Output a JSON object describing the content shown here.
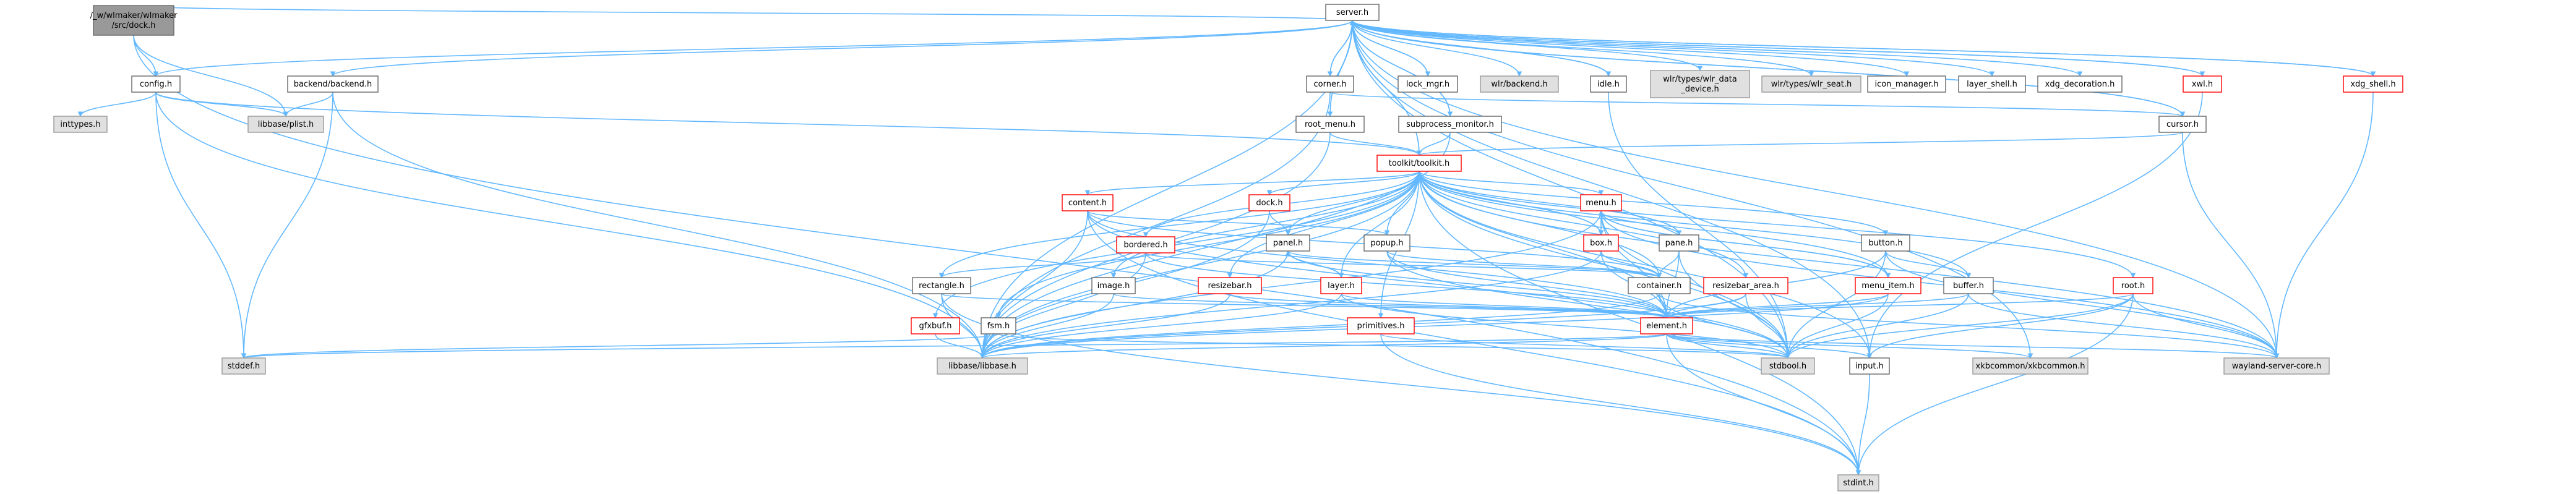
{
  "diagram": {
    "type": "include-dependency-graph",
    "colors": {
      "edge": "#63b8ff",
      "focus_fill": "#999999",
      "focus_border": "#666666",
      "node_fill": "#ffffff",
      "node_border": "#666666",
      "external_fill": "#e0e0e0",
      "external_border": "#999999",
      "truncated_border": "#ff0000"
    },
    "nodes": [
      {
        "id": "dock_c",
        "lines": [
          "/_w/wlmaker/wlmaker",
          "/src/dock.h"
        ],
        "style": "focus"
      },
      {
        "id": "server_h",
        "lines": [
          "server.h"
        ],
        "style": "normal"
      },
      {
        "id": "config_h",
        "lines": [
          "config.h"
        ],
        "style": "normal"
      },
      {
        "id": "backend_h",
        "lines": [
          "backend/backend.h"
        ],
        "style": "normal"
      },
      {
        "id": "corner_h",
        "lines": [
          "corner.h"
        ],
        "style": "normal"
      },
      {
        "id": "lock_mgr_h",
        "lines": [
          "lock_mgr.h"
        ],
        "style": "normal"
      },
      {
        "id": "wlr_backend_h",
        "lines": [
          "wlr/backend.h"
        ],
        "style": "external"
      },
      {
        "id": "idle_h",
        "lines": [
          "idle.h"
        ],
        "style": "normal"
      },
      {
        "id": "wlr_data_device_h",
        "lines": [
          "wlr/types/wlr_data",
          "_device.h"
        ],
        "style": "external"
      },
      {
        "id": "wlr_seat_h",
        "lines": [
          "wlr/types/wlr_seat.h"
        ],
        "style": "external"
      },
      {
        "id": "icon_manager_h",
        "lines": [
          "icon_manager.h"
        ],
        "style": "normal"
      },
      {
        "id": "layer_shell_h",
        "lines": [
          "layer_shell.h"
        ],
        "style": "normal"
      },
      {
        "id": "xdg_decoration_h",
        "lines": [
          "xdg_decoration.h"
        ],
        "style": "normal"
      },
      {
        "id": "cursor_h",
        "lines": [
          "cursor.h"
        ],
        "style": "normal"
      },
      {
        "id": "xwl_h",
        "lines": [
          "xwl.h"
        ],
        "style": "truncated"
      },
      {
        "id": "xdg_shell_h",
        "lines": [
          "xdg_shell.h"
        ],
        "style": "truncated"
      },
      {
        "id": "inttypes_h",
        "lines": [
          "inttypes.h"
        ],
        "style": "external"
      },
      {
        "id": "plist_h",
        "lines": [
          "libbase/plist.h"
        ],
        "style": "external"
      },
      {
        "id": "root_menu_h",
        "lines": [
          "root_menu.h"
        ],
        "style": "normal"
      },
      {
        "id": "subprocess_monitor_h",
        "lines": [
          "subprocess_monitor.h"
        ],
        "style": "normal"
      },
      {
        "id": "toolkit_h",
        "lines": [
          "toolkit/toolkit.h"
        ],
        "style": "truncated"
      },
      {
        "id": "content_h",
        "lines": [
          "content.h"
        ],
        "style": "truncated"
      },
      {
        "id": "dock_h",
        "lines": [
          "dock.h"
        ],
        "style": "truncated"
      },
      {
        "id": "menu_h",
        "lines": [
          "menu.h"
        ],
        "style": "truncated"
      },
      {
        "id": "bordered_h",
        "lines": [
          "bordered.h"
        ],
        "style": "truncated"
      },
      {
        "id": "panel_h",
        "lines": [
          "panel.h"
        ],
        "style": "normal"
      },
      {
        "id": "popup_h",
        "lines": [
          "popup.h"
        ],
        "style": "normal"
      },
      {
        "id": "box_h",
        "lines": [
          "box.h"
        ],
        "style": "truncated"
      },
      {
        "id": "pane_h",
        "lines": [
          "pane.h"
        ],
        "style": "normal"
      },
      {
        "id": "button_h",
        "lines": [
          "button.h"
        ],
        "style": "normal"
      },
      {
        "id": "rectangle_h",
        "lines": [
          "rectangle.h"
        ],
        "style": "normal"
      },
      {
        "id": "image_h",
        "lines": [
          "image.h"
        ],
        "style": "normal"
      },
      {
        "id": "resizebar_h",
        "lines": [
          "resizebar.h"
        ],
        "style": "truncated"
      },
      {
        "id": "layer_h",
        "lines": [
          "layer.h"
        ],
        "style": "truncated"
      },
      {
        "id": "container_h",
        "lines": [
          "container.h"
        ],
        "style": "normal"
      },
      {
        "id": "resizebar_area_h",
        "lines": [
          "resizebar_area.h"
        ],
        "style": "truncated"
      },
      {
        "id": "menu_item_h",
        "lines": [
          "menu_item.h"
        ],
        "style": "truncated"
      },
      {
        "id": "buffer_h",
        "lines": [
          "buffer.h"
        ],
        "style": "normal"
      },
      {
        "id": "root_h",
        "lines": [
          "root.h"
        ],
        "style": "truncated"
      },
      {
        "id": "gfxbuf_h",
        "lines": [
          "gfxbuf.h"
        ],
        "style": "truncated"
      },
      {
        "id": "fsm_h",
        "lines": [
          "fsm.h"
        ],
        "style": "normal"
      },
      {
        "id": "primitives_h",
        "lines": [
          "primitives.h"
        ],
        "style": "truncated"
      },
      {
        "id": "element_h",
        "lines": [
          "element.h"
        ],
        "style": "truncated"
      },
      {
        "id": "stddef_h",
        "lines": [
          "stddef.h"
        ],
        "style": "external"
      },
      {
        "id": "libbase_h",
        "lines": [
          "libbase/libbase.h"
        ],
        "style": "external"
      },
      {
        "id": "stdbool_h",
        "lines": [
          "stdbool.h"
        ],
        "style": "external"
      },
      {
        "id": "input_h",
        "lines": [
          "input.h"
        ],
        "style": "normal"
      },
      {
        "id": "xkbcommon_h",
        "lines": [
          "xkbcommon/xkbcommon.h"
        ],
        "style": "external"
      },
      {
        "id": "wayland_h",
        "lines": [
          "wayland-server-core.h"
        ],
        "style": "external"
      },
      {
        "id": "stdint_h",
        "lines": [
          "stdint.h"
        ],
        "style": "external"
      }
    ],
    "edges": [
      [
        "dock_c",
        "server_h"
      ],
      [
        "dock_c",
        "config_h"
      ],
      [
        "dock_c",
        "plist_h"
      ],
      [
        "dock_c",
        "stdint_h"
      ],
      [
        "server_h",
        "config_h"
      ],
      [
        "server_h",
        "backend_h"
      ],
      [
        "server_h",
        "corner_h"
      ],
      [
        "server_h",
        "lock_mgr_h"
      ],
      [
        "server_h",
        "wlr_backend_h"
      ],
      [
        "server_h",
        "idle_h"
      ],
      [
        "server_h",
        "wlr_data_device_h"
      ],
      [
        "server_h",
        "wlr_seat_h"
      ],
      [
        "server_h",
        "icon_manager_h"
      ],
      [
        "server_h",
        "layer_shell_h"
      ],
      [
        "server_h",
        "xdg_decoration_h"
      ],
      [
        "server_h",
        "cursor_h"
      ],
      [
        "server_h",
        "xwl_h"
      ],
      [
        "server_h",
        "xdg_shell_h"
      ],
      [
        "server_h",
        "root_menu_h"
      ],
      [
        "server_h",
        "subprocess_monitor_h"
      ],
      [
        "server_h",
        "toolkit_h"
      ],
      [
        "server_h",
        "libbase_h"
      ],
      [
        "server_h",
        "wayland_h"
      ],
      [
        "server_h",
        "input_h"
      ],
      [
        "server_h",
        "xkbcommon_h"
      ],
      [
        "server_h",
        "stdbool_h"
      ],
      [
        "config_h",
        "inttypes_h"
      ],
      [
        "config_h",
        "plist_h"
      ],
      [
        "config_h",
        "toolkit_h"
      ],
      [
        "config_h",
        "libbase_h"
      ],
      [
        "config_h",
        "stddef_h"
      ],
      [
        "backend_h",
        "plist_h"
      ],
      [
        "backend_h",
        "libbase_h"
      ],
      [
        "backend_h",
        "stddef_h"
      ],
      [
        "corner_h",
        "cursor_h"
      ],
      [
        "corner_h",
        "libbase_h"
      ],
      [
        "corner_h",
        "server_h"
      ],
      [
        "lock_mgr_h",
        "server_h"
      ],
      [
        "idle_h",
        "server_h"
      ],
      [
        "idle_h",
        "stdbool_h"
      ],
      [
        "cursor_h",
        "toolkit_h"
      ],
      [
        "cursor_h",
        "wayland_h"
      ],
      [
        "cursor_h",
        "server_h"
      ],
      [
        "xwl_h",
        "server_h"
      ],
      [
        "xwl_h",
        "input_h"
      ],
      [
        "xdg_shell_h",
        "server_h"
      ],
      [
        "xdg_shell_h",
        "wayland_h"
      ],
      [
        "root_menu_h",
        "toolkit_h"
      ],
      [
        "root_menu_h",
        "libbase_h"
      ],
      [
        "root_menu_h",
        "server_h"
      ],
      [
        "subprocess_monitor_h",
        "toolkit_h"
      ],
      [
        "subprocess_monitor_h",
        "server_h"
      ],
      [
        "subprocess_monitor_h",
        "libbase_h"
      ],
      [
        "toolkit_h",
        "content_h"
      ],
      [
        "toolkit_h",
        "dock_h"
      ],
      [
        "toolkit_h",
        "menu_h"
      ],
      [
        "toolkit_h",
        "bordered_h"
      ],
      [
        "toolkit_h",
        "panel_h"
      ],
      [
        "toolkit_h",
        "popup_h"
      ],
      [
        "toolkit_h",
        "box_h"
      ],
      [
        "toolkit_h",
        "pane_h"
      ],
      [
        "toolkit_h",
        "button_h"
      ],
      [
        "toolkit_h",
        "rectangle_h"
      ],
      [
        "toolkit_h",
        "image_h"
      ],
      [
        "toolkit_h",
        "resizebar_h"
      ],
      [
        "toolkit_h",
        "layer_h"
      ],
      [
        "toolkit_h",
        "container_h"
      ],
      [
        "toolkit_h",
        "resizebar_area_h"
      ],
      [
        "toolkit_h",
        "menu_item_h"
      ],
      [
        "toolkit_h",
        "buffer_h"
      ],
      [
        "toolkit_h",
        "root_h"
      ],
      [
        "toolkit_h",
        "gfxbuf_h"
      ],
      [
        "toolkit_h",
        "fsm_h"
      ],
      [
        "toolkit_h",
        "primitives_h"
      ],
      [
        "toolkit_h",
        "element_h"
      ],
      [
        "toolkit_h",
        "input_h"
      ],
      [
        "toolkit_h",
        "libbase_h"
      ],
      [
        "toolkit_h",
        "stdbool_h"
      ],
      [
        "toolkit_h",
        "wayland_h"
      ],
      [
        "toolkit_h",
        "stdint_h"
      ],
      [
        "toolkit_h",
        "server_h"
      ],
      [
        "content_h",
        "popup_h"
      ],
      [
        "content_h",
        "element_h"
      ],
      [
        "content_h",
        "container_h"
      ],
      [
        "content_h",
        "libbase_h"
      ],
      [
        "content_h",
        "stdbool_h"
      ],
      [
        "content_h",
        "stdint_h"
      ],
      [
        "dock_h",
        "panel_h"
      ],
      [
        "dock_h",
        "libbase_h"
      ],
      [
        "menu_h",
        "box_h"
      ],
      [
        "menu_h",
        "pane_h"
      ],
      [
        "menu_h",
        "menu_item_h"
      ],
      [
        "menu_h",
        "element_h"
      ],
      [
        "menu_h",
        "libbase_h"
      ],
      [
        "menu_h",
        "stdbool_h"
      ],
      [
        "menu_h",
        "wayland_h"
      ],
      [
        "bordered_h",
        "container_h"
      ],
      [
        "bordered_h",
        "rectangle_h"
      ],
      [
        "bordered_h",
        "element_h"
      ],
      [
        "bordered_h",
        "libbase_h"
      ],
      [
        "panel_h",
        "container_h"
      ],
      [
        "panel_h",
        "layer_h"
      ],
      [
        "panel_h",
        "element_h"
      ],
      [
        "panel_h",
        "libbase_h"
      ],
      [
        "popup_h",
        "container_h"
      ],
      [
        "popup_h",
        "element_h"
      ],
      [
        "popup_h",
        "stdbool_h"
      ],
      [
        "box_h",
        "container_h"
      ],
      [
        "box_h",
        "element_h"
      ],
      [
        "box_h",
        "libbase_h"
      ],
      [
        "pane_h",
        "container_h"
      ],
      [
        "pane_h",
        "element_h"
      ],
      [
        "pane_h",
        "stdbool_h"
      ],
      [
        "button_h",
        "buffer_h"
      ],
      [
        "button_h",
        "element_h"
      ],
      [
        "button_h",
        "stdbool_h"
      ],
      [
        "button_h",
        "wayland_h"
      ],
      [
        "rectangle_h",
        "element_h"
      ],
      [
        "rectangle_h",
        "libbase_h"
      ],
      [
        "rectangle_h",
        "stdint_h"
      ],
      [
        "image_h",
        "element_h"
      ],
      [
        "image_h",
        "libbase_h"
      ],
      [
        "resizebar_h",
        "element_h"
      ],
      [
        "resizebar_h",
        "libbase_h"
      ],
      [
        "layer_h",
        "element_h"
      ],
      [
        "layer_h",
        "panel_h"
      ],
      [
        "layer_h",
        "libbase_h"
      ],
      [
        "layer_h",
        "stdbool_h"
      ],
      [
        "container_h",
        "element_h"
      ],
      [
        "container_h",
        "libbase_h"
      ],
      [
        "container_h",
        "stdbool_h"
      ],
      [
        "container_h",
        "wayland_h"
      ],
      [
        "resizebar_area_h",
        "element_h"
      ],
      [
        "resizebar_area_h",
        "stdbool_h"
      ],
      [
        "resizebar_area_h",
        "libbase_h"
      ],
      [
        "menu_item_h",
        "menu_h"
      ],
      [
        "menu_item_h",
        "element_h"
      ],
      [
        "menu_item_h",
        "libbase_h"
      ],
      [
        "menu_item_h",
        "stdbool_h"
      ],
      [
        "buffer_h",
        "element_h"
      ],
      [
        "buffer_h",
        "stdbool_h"
      ],
      [
        "buffer_h",
        "wayland_h"
      ],
      [
        "root_h",
        "element_h"
      ],
      [
        "root_h",
        "input_h"
      ],
      [
        "root_h",
        "stdbool_h"
      ],
      [
        "root_h",
        "wayland_h"
      ],
      [
        "root_h",
        "stdint_h"
      ],
      [
        "gfxbuf_h",
        "libbase_h"
      ],
      [
        "fsm_h",
        "stddef_h"
      ],
      [
        "fsm_h",
        "stdbool_h"
      ],
      [
        "primitives_h",
        "stdbool_h"
      ],
      [
        "primitives_h",
        "stdint_h"
      ],
      [
        "element_h",
        "stddef_h"
      ],
      [
        "element_h",
        "libbase_h"
      ],
      [
        "element_h",
        "stdbool_h"
      ],
      [
        "element_h",
        "input_h"
      ],
      [
        "element_h",
        "xkbcommon_h"
      ],
      [
        "element_h",
        "wayland_h"
      ],
      [
        "element_h",
        "stdint_h"
      ],
      [
        "input_h",
        "stdint_h"
      ]
    ]
  }
}
